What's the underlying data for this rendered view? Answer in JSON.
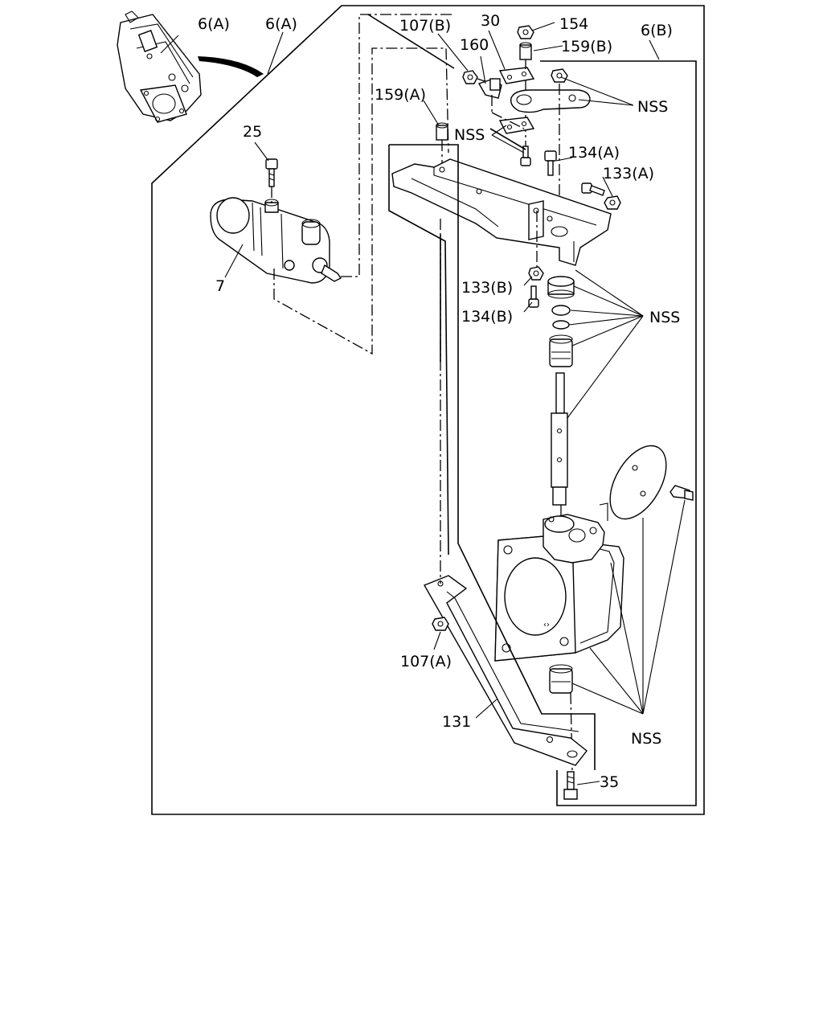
{
  "labels": {
    "l6a_inset": "6(A)",
    "l6a_main": "6(A)",
    "l107b": "107(B)",
    "l30": "30",
    "l154": "154",
    "l160": "160",
    "l159b": "159(B)",
    "l6b": "6(B)",
    "l159a": "159(A)",
    "nss_top_right": "NSS",
    "nss_top_left": "NSS",
    "l25": "25",
    "l134a": "134(A)",
    "l133a": "133(A)",
    "l7": "7",
    "l133b": "133(B)",
    "l134b": "134(B)",
    "nss_mid": "NSS",
    "l107a": "107(A)",
    "l131": "131",
    "nss_bottom": "NSS",
    "l35": "35"
  }
}
